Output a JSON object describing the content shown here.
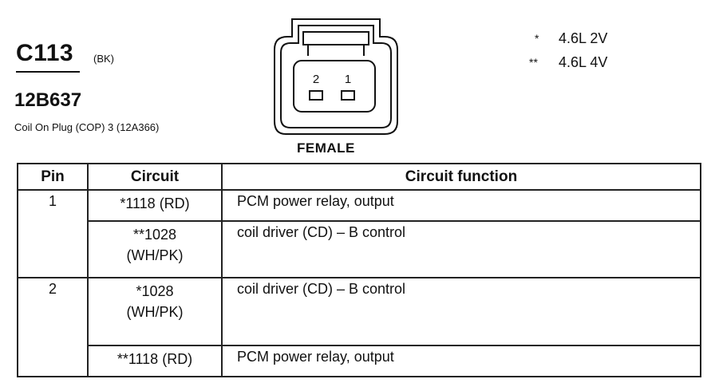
{
  "header": {
    "connector_id": "C113",
    "connector_color": "(BK)",
    "part_number": "12B637",
    "description": "Coil On Plug (COP) 3 (12A366)"
  },
  "diagram": {
    "pin_labels": [
      "2",
      "1"
    ],
    "gender_label": "FEMALE"
  },
  "legend": [
    {
      "marker": "*",
      "text": "4.6L 2V"
    },
    {
      "marker": "**",
      "text": "4.6L 4V"
    }
  ],
  "table": {
    "headers": [
      "Pin",
      "Circuit",
      "Circuit function"
    ],
    "rows": [
      {
        "pin": "1",
        "circuit_line1": "*1118 (RD)",
        "circuit_line2": "",
        "function": "PCM power relay, output"
      },
      {
        "pin": "",
        "circuit_line1": "**1028",
        "circuit_line2": "(WH/PK)",
        "function": "coil driver (CD) – B control"
      },
      {
        "pin": "2",
        "circuit_line1": "*1028",
        "circuit_line2": "(WH/PK)",
        "function": "coil driver (CD) – B control"
      },
      {
        "pin": "",
        "circuit_line1": "**1118 (RD)",
        "circuit_line2": "",
        "function": "PCM power relay, output"
      }
    ]
  }
}
